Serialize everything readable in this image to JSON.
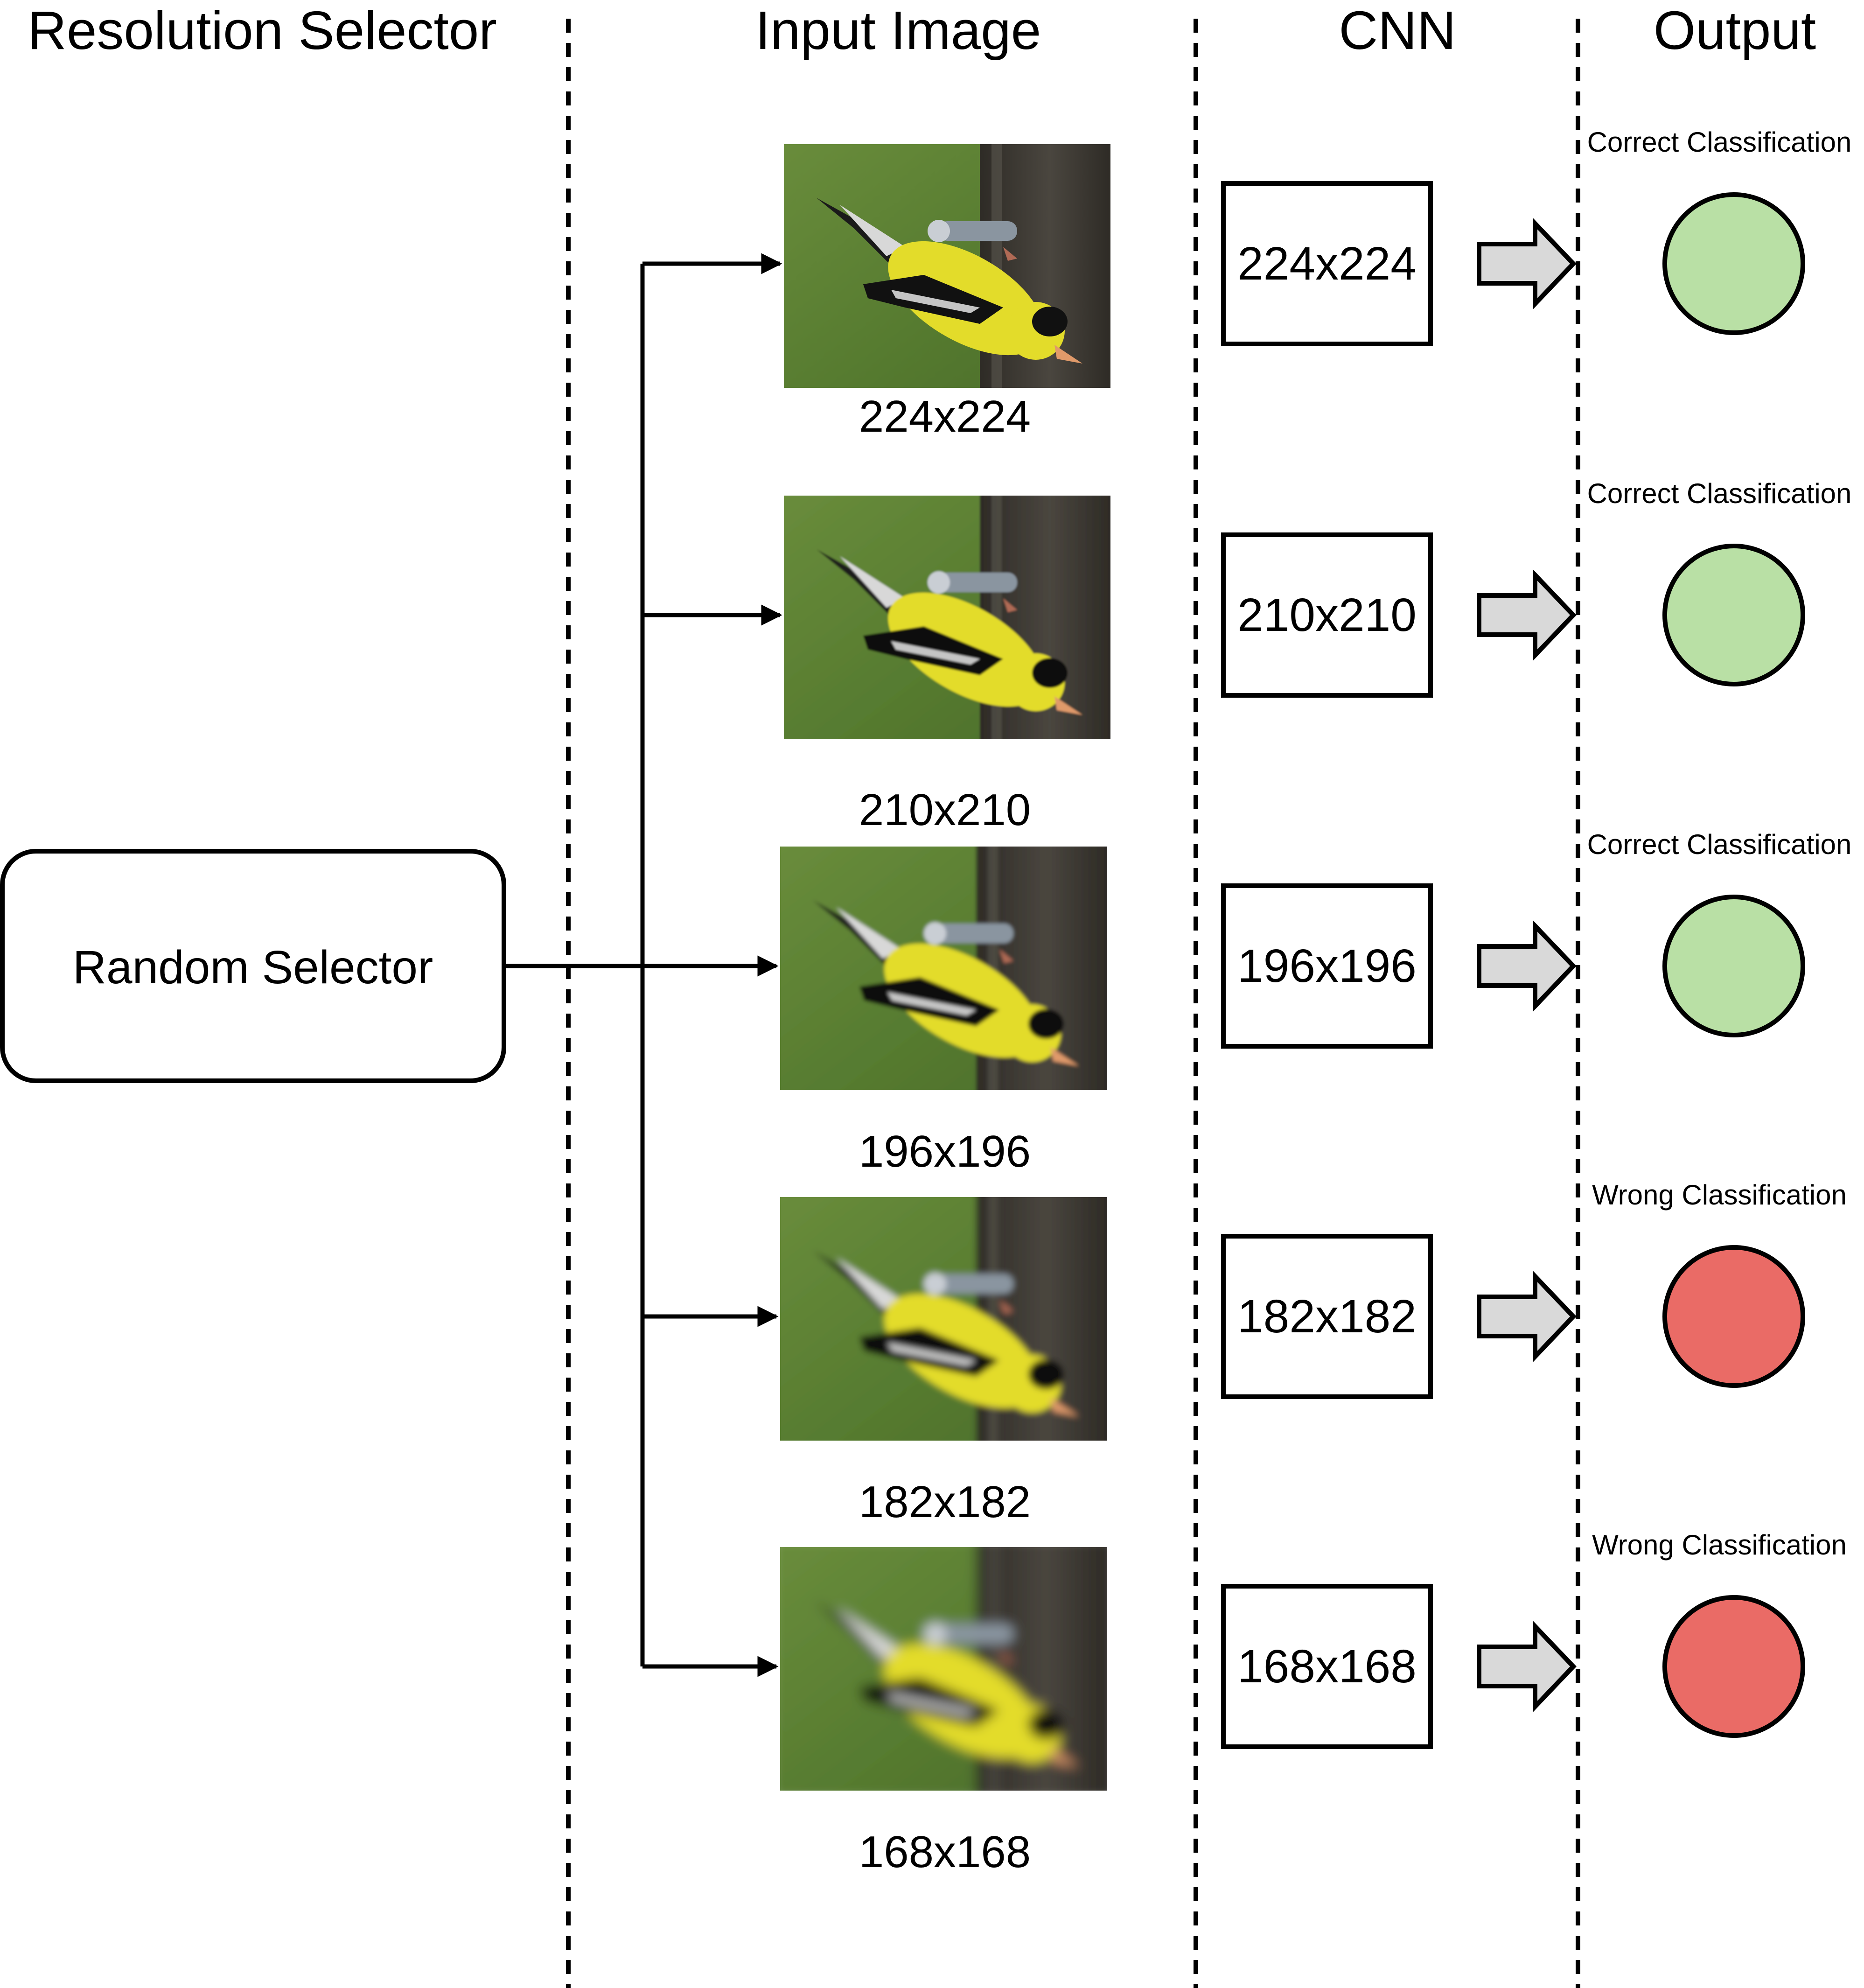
{
  "headers": {
    "resolution_selector": "Resolution Selector",
    "input_image": "Input Image",
    "cnn": "CNN",
    "output": "Output"
  },
  "random_selector": {
    "label": "Random Selector"
  },
  "rows": [
    {
      "image_label": "224x224",
      "cnn_label": "224x224",
      "output_label": "Correct Classification",
      "result": "correct",
      "blur": 0
    },
    {
      "image_label": "210x210",
      "cnn_label": "210x210",
      "output_label": "Correct Classification",
      "result": "correct",
      "blur": 1
    },
    {
      "image_label": "196x196",
      "cnn_label": "196x196",
      "output_label": "Correct Classification",
      "result": "correct",
      "blur": 2
    },
    {
      "image_label": "182x182",
      "cnn_label": "182x182",
      "output_label": "Wrong Classification",
      "result": "wrong",
      "blur": 3
    },
    {
      "image_label": "168x168",
      "cnn_label": "168x168",
      "output_label": "Wrong Classification",
      "result": "wrong",
      "blur": 4
    }
  ],
  "colors": {
    "correct": "#b9e0a5",
    "wrong": "#ea6b66",
    "arrow_fill": "#d9d9d9",
    "stroke": "#000000",
    "grass": "#5d7f35",
    "feeder": "#3b3833",
    "bird_yellow": "#e3dc2a",
    "bird_black": "#111111"
  }
}
